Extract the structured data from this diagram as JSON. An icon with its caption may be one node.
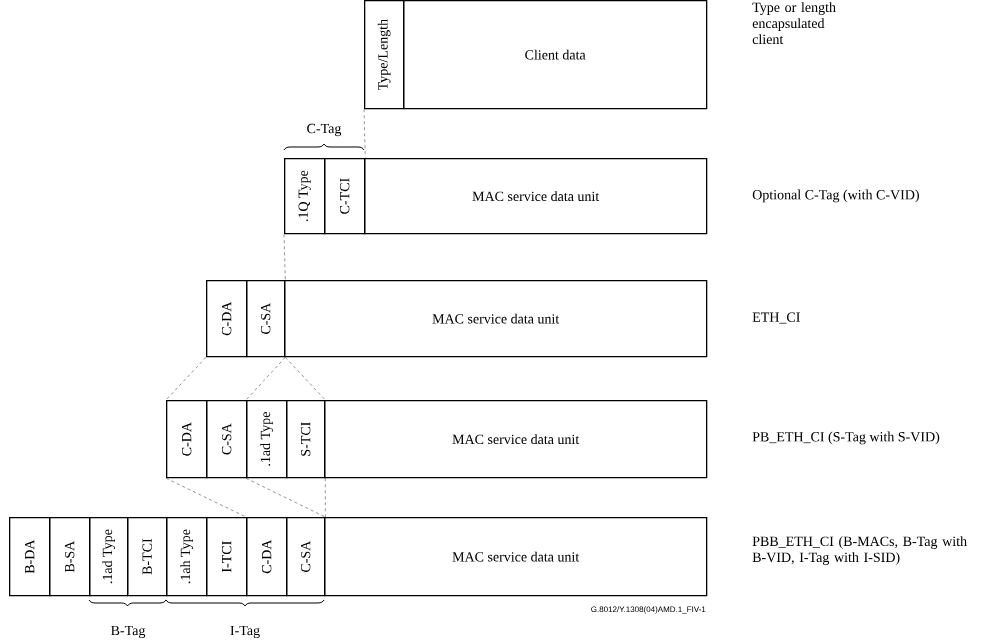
{
  "diagram": {
    "nodes": [
      {
        "text": [
          "Type/Length"
        ]
      },
      {
        "text": [
          "Client data"
        ]
      },
      {
        "text": [
          ".1Q Type"
        ]
      },
      {
        "text": [
          "C-TCI"
        ]
      },
      {
        "text": [
          "MAC service data unit"
        ]
      },
      {
        "text": [
          "C-DA"
        ]
      },
      {
        "text": [
          "C-SA"
        ]
      },
      {
        "text": [
          "MAC service data unit"
        ]
      },
      {
        "text": [
          "C-DA"
        ]
      },
      {
        "text": [
          "C-SA"
        ]
      },
      {
        "text": [
          ".1ad Type"
        ]
      },
      {
        "text": [
          "S-TCI"
        ]
      },
      {
        "text": [
          "MAC service data unit"
        ]
      },
      {
        "text": [
          "B-DA"
        ]
      },
      {
        "text": [
          "B-SA"
        ]
      },
      {
        "text": [
          ".1ad Type"
        ]
      },
      {
        "text": [
          "B-TCI"
        ]
      },
      {
        "text": [
          ".1ah Type"
        ]
      },
      {
        "text": [
          "I-TCI"
        ]
      },
      {
        "text": [
          "C-DA"
        ]
      },
      {
        "text": [
          "C-SA"
        ]
      },
      {
        "text": [
          "MAC service data unit"
        ]
      }
    ],
    "edges": [
      {
        "from": 0,
        "to": 3,
        "arrow": "none",
        "style": "dashed"
      },
      {
        "from": 2,
        "to": 6,
        "arrow": "none",
        "style": "dashed"
      },
      {
        "from": 5,
        "to": 8,
        "arrow": "none",
        "style": "dashed"
      },
      {
        "from": 6,
        "to": 10,
        "arrow": "none",
        "style": "dashed"
      },
      {
        "from": 6,
        "to": 11,
        "arrow": "none",
        "style": "dashed"
      },
      {
        "from": 8,
        "to": 19,
        "arrow": "none",
        "style": "dashed"
      },
      {
        "from": 10,
        "to": 20,
        "arrow": "none",
        "style": "dashed"
      },
      {
        "from": 11,
        "to": 20,
        "arrow": "none",
        "style": "dashed"
      }
    ],
    "labels": [
      "Type or length encapsulated client",
      "C-Tag",
      "Optional C-Tag (with C-VID)",
      "ETH_CI",
      "PB_ETH_CI (S-Tag with S-VID)",
      "PBB_ETH_CI (B-MACs, B-Tag with B-VID, I-Tag with I-SID)",
      "G.8012/Y.1308(04)AMD.1_FIV-1",
      "B-Tag",
      "I-Tag"
    ]
  }
}
